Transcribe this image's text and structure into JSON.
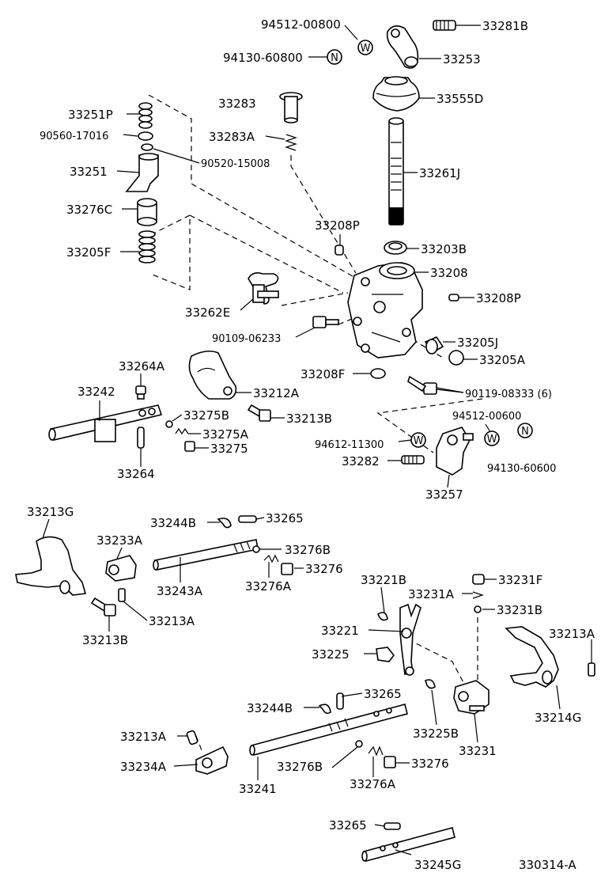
{
  "diagram": {
    "footer_code": "330314-A",
    "callouts": [
      {
        "id": "c1",
        "text": "94512-00800"
      },
      {
        "id": "c2",
        "text": "33281B"
      },
      {
        "id": "c3",
        "text": "94130-60800"
      },
      {
        "id": "c4",
        "text": "33253"
      },
      {
        "id": "c5",
        "text": "33283"
      },
      {
        "id": "c6",
        "text": "33555D"
      },
      {
        "id": "c7",
        "text": "33251P"
      },
      {
        "id": "c8",
        "text": "90560-17016"
      },
      {
        "id": "c9",
        "text": "33283A"
      },
      {
        "id": "c10",
        "text": "90520-15008"
      },
      {
        "id": "c11",
        "text": "33251"
      },
      {
        "id": "c12",
        "text": "33261J"
      },
      {
        "id": "c13",
        "text": "33276C"
      },
      {
        "id": "c14",
        "text": "33208P"
      },
      {
        "id": "c15",
        "text": "33205F"
      },
      {
        "id": "c16",
        "text": "33203B"
      },
      {
        "id": "c17",
        "text": "33208"
      },
      {
        "id": "c18",
        "text": "33262E"
      },
      {
        "id": "c19",
        "text": "33208P"
      },
      {
        "id": "c20",
        "text": "90109-06233"
      },
      {
        "id": "c21",
        "text": "33205J"
      },
      {
        "id": "c22",
        "text": "33264A"
      },
      {
        "id": "c23",
        "text": "33205A"
      },
      {
        "id": "c24",
        "text": "33208F"
      },
      {
        "id": "c25",
        "text": "33242"
      },
      {
        "id": "c26",
        "text": "33212A"
      },
      {
        "id": "c27",
        "text": "90119-08333 (6)"
      },
      {
        "id": "c28",
        "text": "33275B"
      },
      {
        "id": "c29",
        "text": "33213B"
      },
      {
        "id": "c30",
        "text": "94512-00600"
      },
      {
        "id": "c31",
        "text": "33275A"
      },
      {
        "id": "c32",
        "text": "94612-11300"
      },
      {
        "id": "c33",
        "text": "33275"
      },
      {
        "id": "c34",
        "text": "94130-60600"
      },
      {
        "id": "c35",
        "text": "33264"
      },
      {
        "id": "c36",
        "text": "33282"
      },
      {
        "id": "c37",
        "text": "33257"
      },
      {
        "id": "c38",
        "text": "33213G"
      },
      {
        "id": "c39",
        "text": "33244B"
      },
      {
        "id": "c40",
        "text": "33265"
      },
      {
        "id": "c41",
        "text": "33233A"
      },
      {
        "id": "c42",
        "text": "33276B"
      },
      {
        "id": "c43",
        "text": "33276"
      },
      {
        "id": "c44",
        "text": "33243A"
      },
      {
        "id": "c45",
        "text": "33276A"
      },
      {
        "id": "c46",
        "text": "33221B"
      },
      {
        "id": "c47",
        "text": "33231F"
      },
      {
        "id": "c48",
        "text": "33231A"
      },
      {
        "id": "c49",
        "text": "33213A"
      },
      {
        "id": "c50",
        "text": "33231B"
      },
      {
        "id": "c51",
        "text": "33213B"
      },
      {
        "id": "c52",
        "text": "33221"
      },
      {
        "id": "c53",
        "text": "33213A"
      },
      {
        "id": "c54",
        "text": "33225"
      },
      {
        "id": "c55",
        "text": "33214G"
      },
      {
        "id": "c56",
        "text": "33265"
      },
      {
        "id": "c57",
        "text": "33244B"
      },
      {
        "id": "c58",
        "text": "33225B"
      },
      {
        "id": "c59",
        "text": "33231"
      },
      {
        "id": "c60",
        "text": "33213A"
      },
      {
        "id": "c61",
        "text": "33276B"
      },
      {
        "id": "c62",
        "text": "33276"
      },
      {
        "id": "c63",
        "text": "33234A"
      },
      {
        "id": "c64",
        "text": "33241"
      },
      {
        "id": "c65",
        "text": "33276A"
      },
      {
        "id": "c66",
        "text": "33265"
      },
      {
        "id": "c67",
        "text": "33245G"
      }
    ],
    "markers": [
      {
        "id": "m1",
        "letter": "W"
      },
      {
        "id": "m2",
        "letter": "N"
      },
      {
        "id": "m3",
        "letter": "W"
      },
      {
        "id": "m4",
        "letter": "W"
      },
      {
        "id": "m5",
        "letter": "N"
      }
    ]
  }
}
